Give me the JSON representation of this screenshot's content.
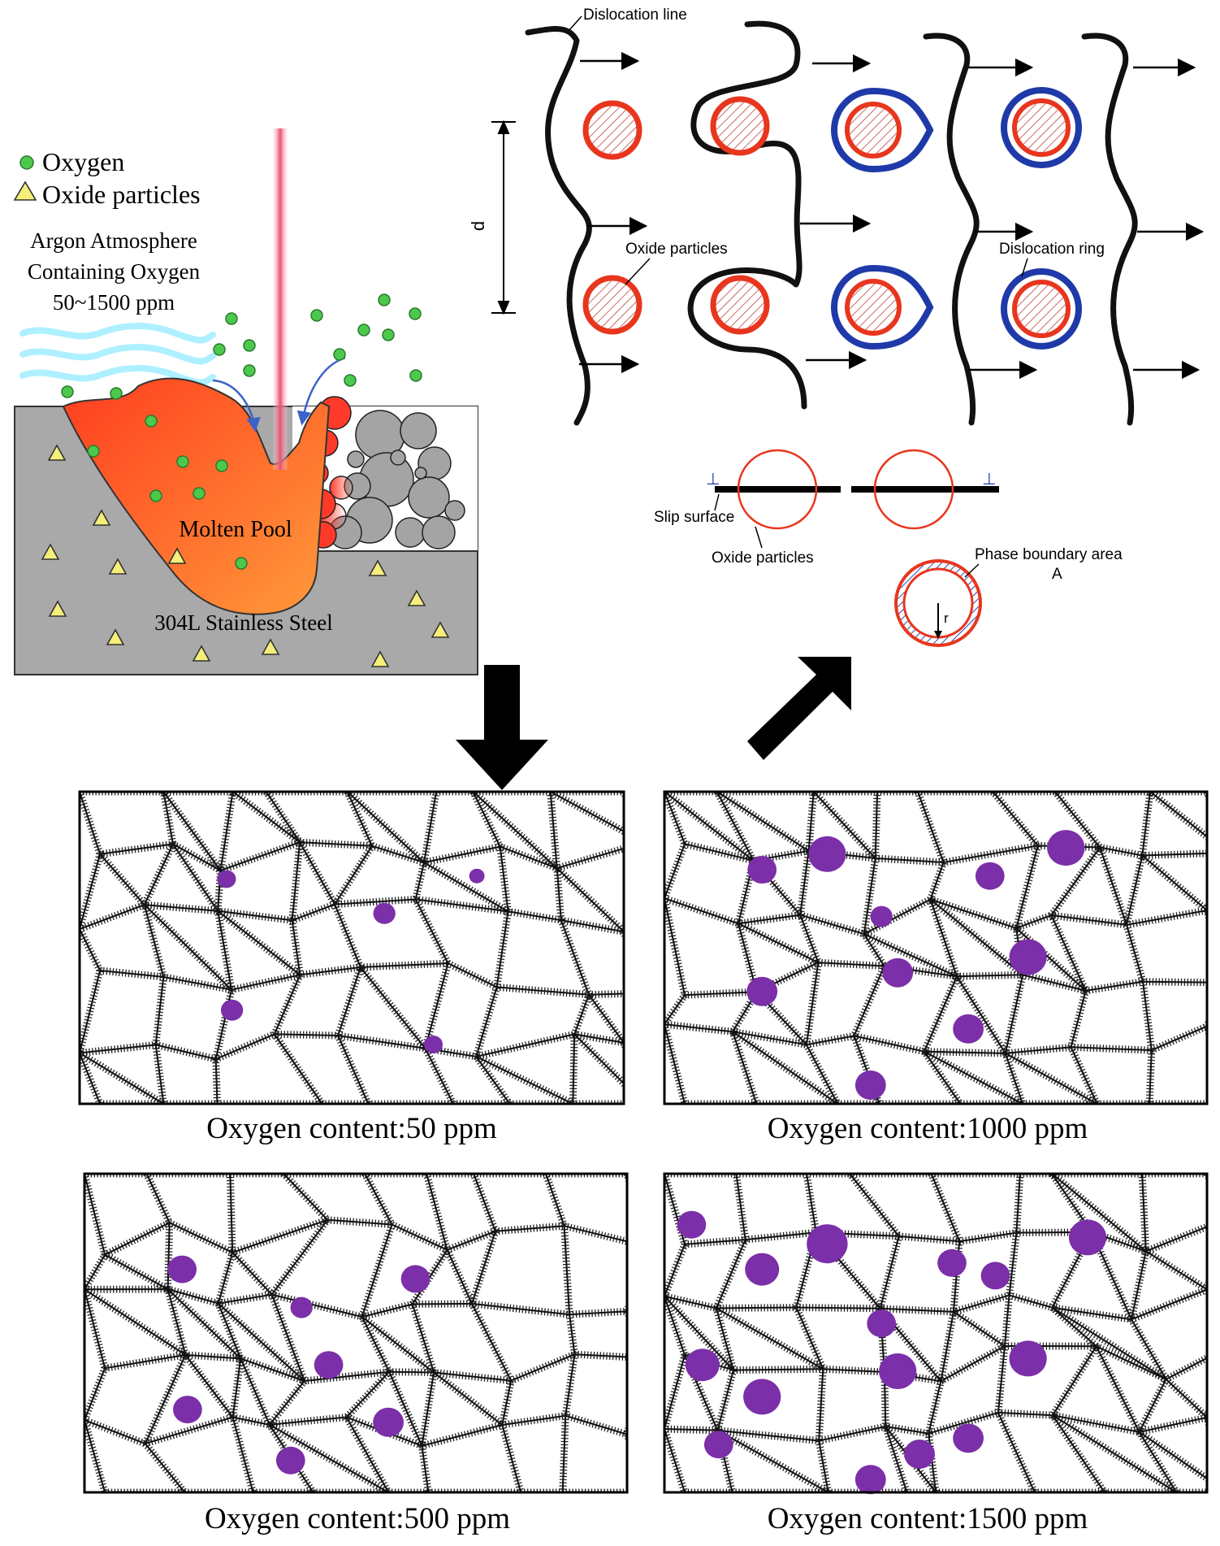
{
  "legend": {
    "oxygen": "Oxygen",
    "oxide_particles": "Oxide particles"
  },
  "atmosphere": {
    "line1": "Argon Atmosphere",
    "line2": "Containing Oxygen",
    "line3": "50~1500 ppm"
  },
  "process": {
    "molten_pool": "Molten Pool",
    "substrate": "304L Stainless Steel"
  },
  "dislocation": {
    "dislocation_line": "Dislocation line",
    "spacing": "d",
    "oxide_particles": "Oxide particles",
    "dislocation_ring": "Dislocation ring"
  },
  "slip": {
    "slip_surface": "Slip surface",
    "oxide_particles": "Oxide particles",
    "phase_boundary_line1": "Phase boundary area",
    "phase_boundary_line2": "A",
    "radius": "r",
    "dislocation_symbol": "⊥"
  },
  "panels": [
    {
      "caption": "Oxygen content:50 ppm",
      "oxygen_ppm": 50
    },
    {
      "caption": "Oxygen content:1000 ppm",
      "oxygen_ppm": 1000
    },
    {
      "caption": "Oxygen content:500 ppm",
      "oxygen_ppm": 500
    },
    {
      "caption": "Oxygen content:1500 ppm",
      "oxygen_ppm": 1500
    }
  ],
  "colors": {
    "oxygen_dot": "#4cc94c",
    "oxide_triangle": "#f5ef7a",
    "molten_pool": "#ff5a1f",
    "substrate": "#a9a9a9",
    "particle_ring": "#e8361e",
    "dislocation_ring": "#1f3aa8",
    "precipitate": "#7b2fa8",
    "laser": "#e8607a"
  }
}
